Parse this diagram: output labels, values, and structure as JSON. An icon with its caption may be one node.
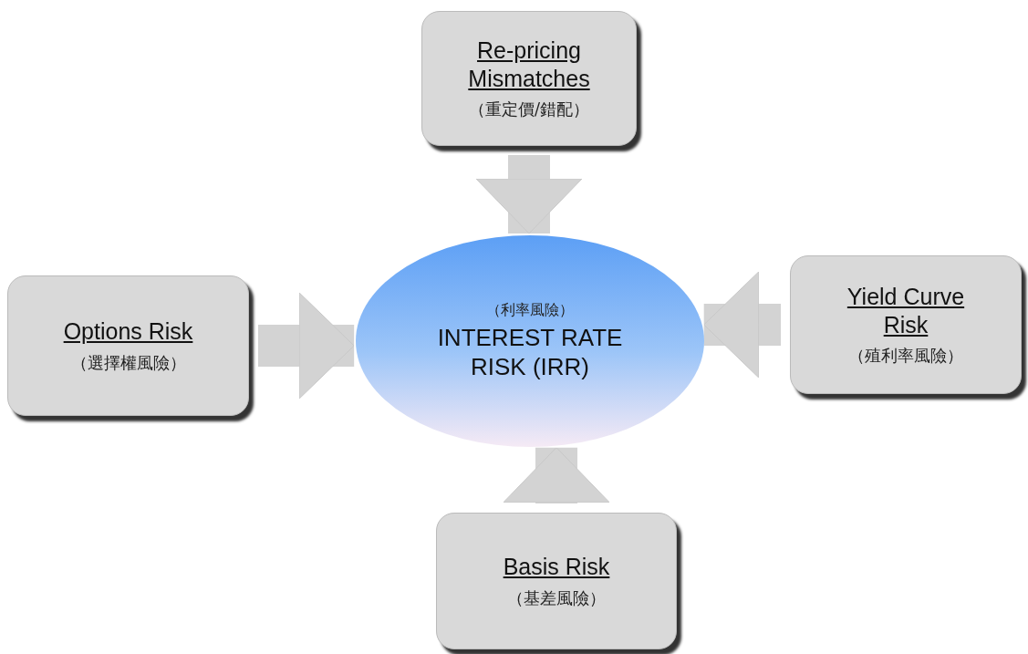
{
  "diagram": {
    "nodes": [
      {
        "text": [
          "Re-pricing Mismatches",
          "（重定價/錯配）"
        ]
      },
      {
        "text": [
          "Options Risk",
          "（選擇權風險）"
        ]
      },
      {
        "text": [
          "（利率風險）",
          "INTEREST RATE RISK (IRR)"
        ]
      },
      {
        "text": [
          "Yield Curve Risk",
          "（殖利率風險）"
        ]
      },
      {
        "text": [
          "Basis Risk",
          "（基差風險）"
        ]
      }
    ],
    "edges": [
      {
        "from": 0,
        "to": 2,
        "arrow": "to"
      },
      {
        "from": 1,
        "to": 2,
        "arrow": "to"
      },
      {
        "from": 3,
        "to": 2,
        "arrow": "to"
      },
      {
        "from": 4,
        "to": 2,
        "arrow": "to"
      }
    ]
  }
}
